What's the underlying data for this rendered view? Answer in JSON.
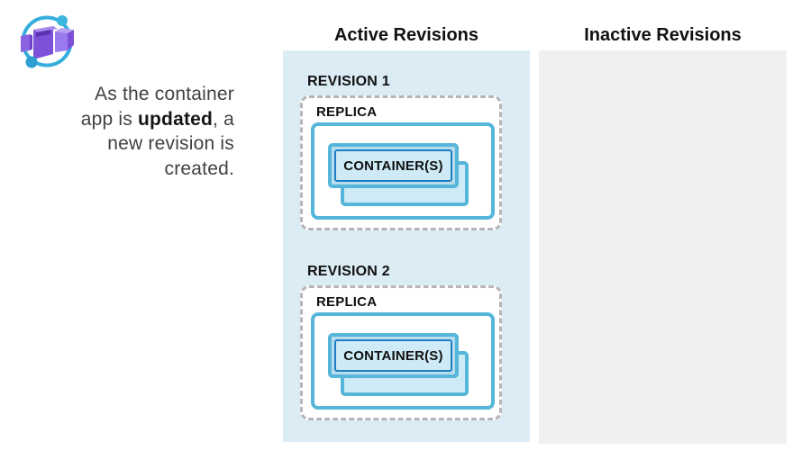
{
  "icon": {
    "name": "azure-container-apps-logo",
    "arc_color": "#35aede",
    "dot_color": "#3db6de",
    "purple_dark": "#6f42cc",
    "purple_mid": "#7d52d8",
    "purple_light": "#a78af0"
  },
  "intro": {
    "lines": [
      [
        {
          "text": "As the container",
          "bold": false
        }
      ],
      [
        {
          "text": "app is ",
          "bold": false
        },
        {
          "text": "updated",
          "bold": true
        },
        {
          "text": ", a",
          "bold": false
        }
      ],
      [
        {
          "text": "new revision is",
          "bold": false
        }
      ],
      [
        {
          "text": "created.",
          "bold": false
        }
      ]
    ]
  },
  "columns": {
    "active": {
      "title": "Active Revisions",
      "panel_color": "#dcecf5"
    },
    "inactive": {
      "title": "Inactive Revisions",
      "panel_color": "#f0f0f0"
    }
  },
  "revisions": [
    {
      "label": "REVISION 1",
      "replica_label": "REPLICA",
      "container_label": "CONTAINER(S)"
    },
    {
      "label": "REVISION 2",
      "replica_label": "REPLICA",
      "container_label": "CONTAINER(S)"
    }
  ],
  "colors": {
    "teal_border": "#55b6d9",
    "inner_card_border": "#1d80c3",
    "card_fill": "#b9ddef",
    "card_fill_light": "#cdeaf6",
    "dashed_border": "#b6b6b6",
    "text_dark": "#111111",
    "text_gray": "#414141"
  }
}
